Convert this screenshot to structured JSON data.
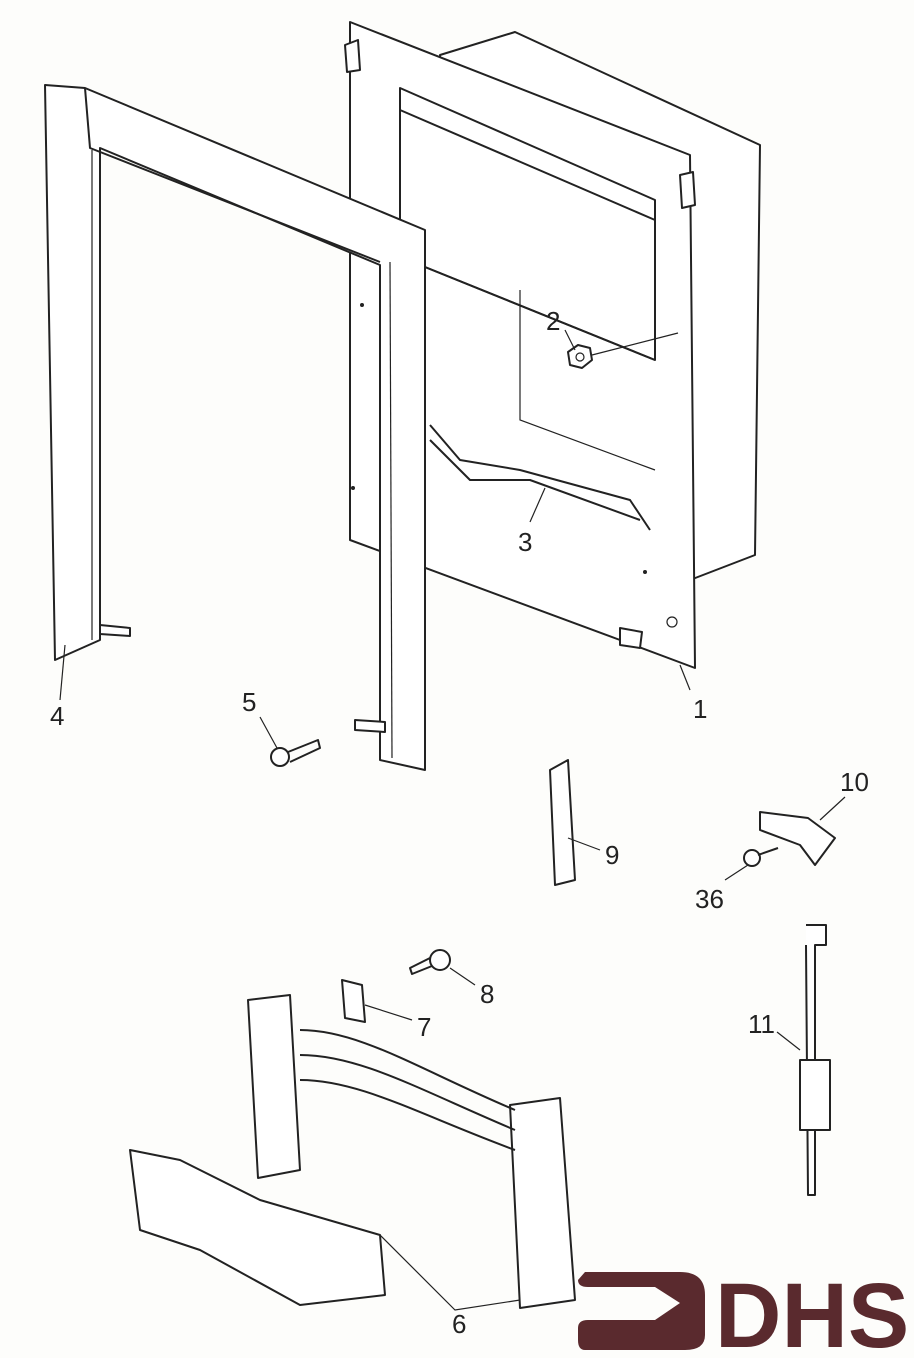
{
  "diagram": {
    "parts": [
      {
        "id": "1",
        "label": "1"
      },
      {
        "id": "2",
        "label": "2"
      },
      {
        "id": "3",
        "label": "3"
      },
      {
        "id": "4",
        "label": "4"
      },
      {
        "id": "5",
        "label": "5"
      },
      {
        "id": "6",
        "label": "6"
      },
      {
        "id": "7",
        "label": "7"
      },
      {
        "id": "8",
        "label": "8"
      },
      {
        "id": "9",
        "label": "9"
      },
      {
        "id": "10",
        "label": "10"
      },
      {
        "id": "11",
        "label": "11"
      },
      {
        "id": "36",
        "label": "36"
      }
    ]
  },
  "logo": {
    "text": "DHS",
    "color": "#5a2a2e"
  }
}
